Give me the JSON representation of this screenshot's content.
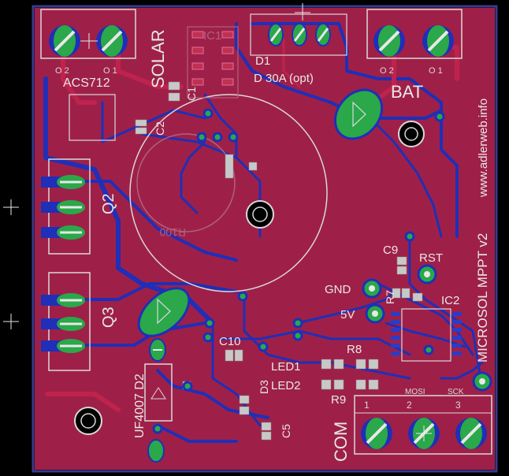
{
  "board": {
    "colors": {
      "background": "#000000",
      "copper_top": "#b01c4c",
      "copper_top_fill": "#9e2048",
      "copper_bottom": "#1f2fb8",
      "silkscreen": "#d9d9d9",
      "via_pad": "#2aa84a",
      "outline": "#3a3a8c"
    },
    "labels": {
      "solar": "SOLAR",
      "acs": "ACS712",
      "q2": "Q2",
      "q3": "Q3",
      "d2": "UF4007 D2",
      "d1": "D1",
      "d1_value": "D 30A (opt)",
      "bat": "BAT",
      "c1": "C1",
      "c2": "C2",
      "c5": "C5",
      "c9": "C9",
      "c10": "C10",
      "d3": "D3",
      "r7": "R7",
      "r8": "R8",
      "r9": "R9",
      "led1": "LED1",
      "led2": "LED2",
      "gnd": "GND",
      "v5": "5V",
      "rst": "RST",
      "ic1": "IC1",
      "ic2": "IC2",
      "com": "COM",
      "mosi": "MOSI",
      "sck": "SCK",
      "title": "MICROSOL MPPT v2",
      "website": "www.adlerweb.info",
      "pin_o2": "O 2",
      "pin_o1": "O 1",
      "pin_1": "1",
      "pin_2": "2",
      "pin_3": "3",
      "r100": "R100"
    }
  }
}
